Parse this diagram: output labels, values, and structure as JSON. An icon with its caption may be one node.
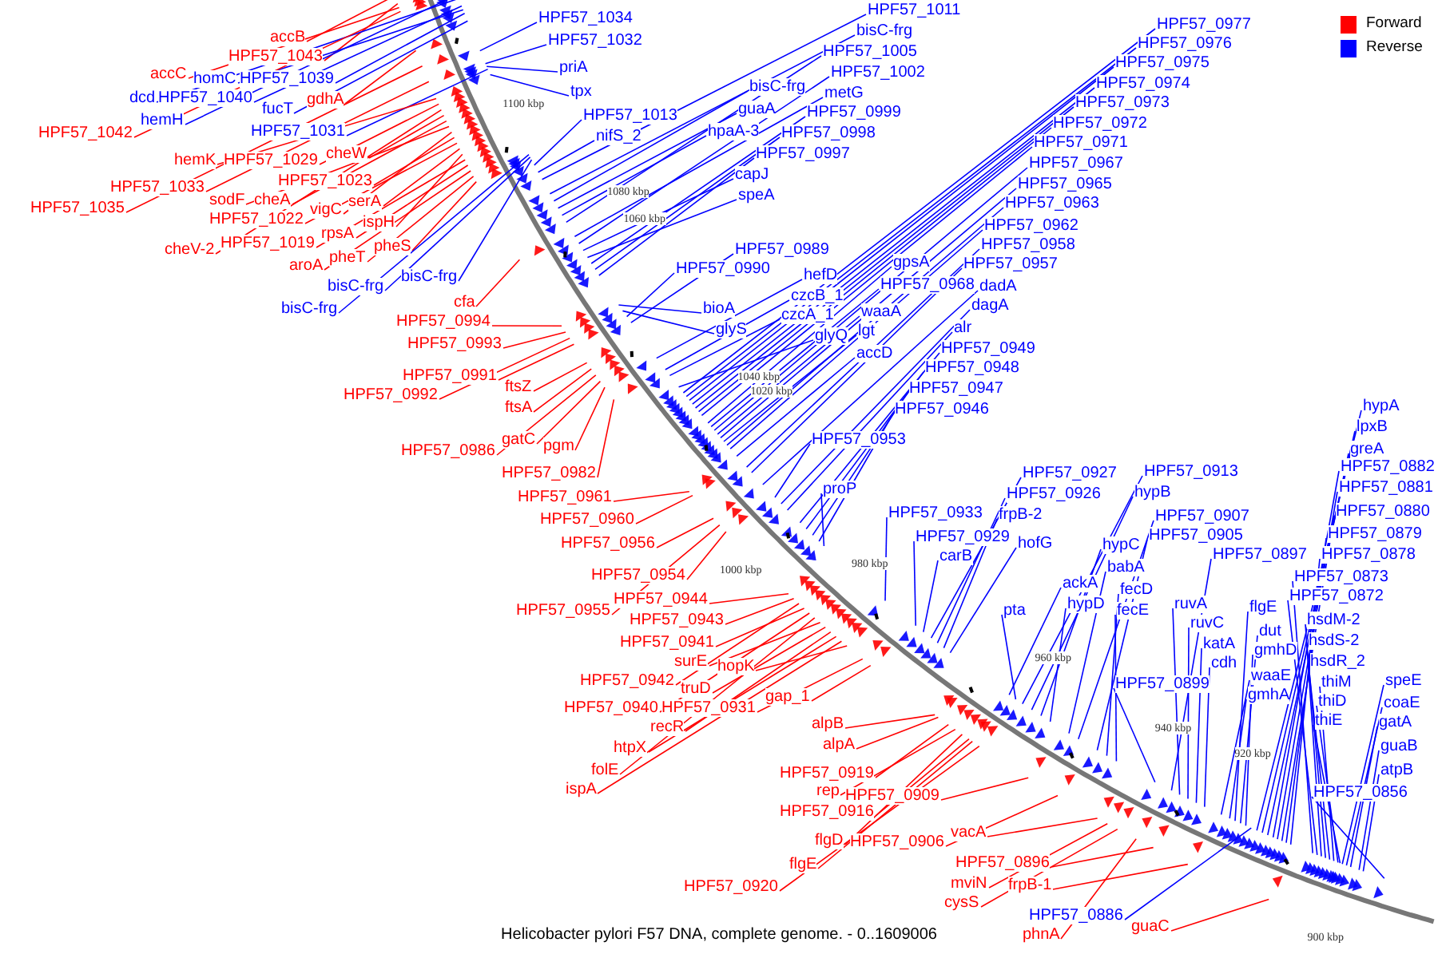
{
  "diagram": {
    "caption": "Helicobacter pylori F57 DNA, complete genome. - 0..1609006",
    "nodes": [
      {
        "text": [
          "HPF57_1011"
        ]
      },
      {
        "text": [
          "HPF57_1034"
        ]
      },
      {
        "text": [
          "HPF57_0977"
        ]
      },
      {
        "text": [
          "bisC-frg"
        ]
      },
      {
        "text": [
          "accB"
        ]
      },
      {
        "text": [
          "HPF57_1032"
        ]
      },
      {
        "text": [
          "HPF57_0976"
        ]
      },
      {
        "text": [
          "HPF57_1005"
        ]
      },
      {
        "text": [
          "HPF57_1043"
        ]
      },
      {
        "text": [
          "HPF57_0975"
        ]
      },
      {
        "text": [
          "priA"
        ]
      },
      {
        "text": [
          "HPF57_1002"
        ]
      },
      {
        "text": [
          "accC"
        ]
      },
      {
        "text": [
          "homC"
        ]
      },
      {
        "text": [
          "HPF57_1039"
        ]
      },
      {
        "text": [
          "HPF57_0974"
        ]
      },
      {
        "text": [
          "bisC-frg"
        ]
      },
      {
        "text": [
          "tpx"
        ]
      },
      {
        "text": [
          "metG"
        ]
      },
      {
        "text": [
          "dcd"
        ]
      },
      {
        "text": [
          "HPF57_1040"
        ]
      },
      {
        "text": [
          "gdhA"
        ]
      },
      {
        "text": [
          "HPF57_0973"
        ]
      },
      {
        "text": [
          "fucT"
        ]
      },
      {
        "text": [
          "guaA"
        ]
      },
      {
        "text": [
          "HPF57_0999"
        ]
      },
      {
        "text": [
          "HPF57_1013"
        ]
      },
      {
        "text": [
          "hemH"
        ]
      },
      {
        "text": [
          "HPF57_0972"
        ]
      },
      {
        "text": [
          "hpaA-3"
        ]
      },
      {
        "text": [
          "HPF57_1031"
        ]
      },
      {
        "text": [
          "HPF57_1042"
        ]
      },
      {
        "text": [
          "HPF57_0998"
        ]
      },
      {
        "text": [
          "nifS_2"
        ]
      },
      {
        "text": [
          "HPF57_0971"
        ]
      },
      {
        "text": [
          "HPF57_0997"
        ]
      },
      {
        "text": [
          "cheW"
        ]
      },
      {
        "text": [
          "hemK"
        ]
      },
      {
        "text": [
          "HPF57_1029"
        ]
      },
      {
        "text": [
          "HPF57_0967"
        ]
      },
      {
        "text": [
          "capJ"
        ]
      },
      {
        "text": [
          "HPF57_1023"
        ]
      },
      {
        "text": [
          "HPF57_0965"
        ]
      },
      {
        "text": [
          "HPF57_1033"
        ]
      },
      {
        "text": [
          "speA"
        ]
      },
      {
        "text": [
          "sodF"
        ]
      },
      {
        "text": [
          "cheA"
        ]
      },
      {
        "text": [
          "serA"
        ]
      },
      {
        "text": [
          "HPF57_0963"
        ]
      },
      {
        "text": [
          "HPF57_1035"
        ]
      },
      {
        "text": [
          "vigC"
        ]
      },
      {
        "text": [
          "HPF57_1022"
        ]
      },
      {
        "text": [
          "ispH"
        ]
      },
      {
        "text": [
          "HPF57_0962"
        ]
      },
      {
        "text": [
          "rpsA"
        ]
      },
      {
        "text": [
          "HPF57_1019"
        ]
      },
      {
        "text": [
          "HPF57_0958"
        ]
      },
      {
        "text": [
          "pheS"
        ]
      },
      {
        "text": [
          "cheV-2"
        ]
      },
      {
        "text": [
          "HPF57_0989"
        ]
      },
      {
        "text": [
          "pheT"
        ]
      },
      {
        "text": [
          "gpsA"
        ]
      },
      {
        "text": [
          "HPF57_0957"
        ]
      },
      {
        "text": [
          "aroA"
        ]
      },
      {
        "text": [
          "HPF57_0990"
        ]
      },
      {
        "text": [
          "hefD"
        ]
      },
      {
        "text": [
          "bisC-frg"
        ]
      },
      {
        "text": [
          "HPF57_0968"
        ]
      },
      {
        "text": [
          "dadA"
        ]
      },
      {
        "text": [
          "bisC-frg"
        ]
      },
      {
        "text": [
          "czcB_1"
        ]
      },
      {
        "text": [
          "cfa"
        ]
      },
      {
        "text": [
          "dagA"
        ]
      },
      {
        "text": [
          "bisC-frg"
        ]
      },
      {
        "text": [
          "bioA"
        ]
      },
      {
        "text": [
          "waaA"
        ]
      },
      {
        "text": [
          "czcA_1"
        ]
      },
      {
        "text": [
          "HPF57_0994"
        ]
      },
      {
        "text": [
          "alr"
        ]
      },
      {
        "text": [
          "glyS"
        ]
      },
      {
        "text": [
          "lgt"
        ]
      },
      {
        "text": [
          "glyQ"
        ]
      },
      {
        "text": [
          "HPF57_0993"
        ]
      },
      {
        "text": [
          "HPF57_0949"
        ]
      },
      {
        "text": [
          "accD"
        ]
      },
      {
        "text": [
          "HPF57_0948"
        ]
      },
      {
        "text": [
          "HPF57_0991"
        ]
      },
      {
        "text": [
          "ftsZ"
        ]
      },
      {
        "text": [
          "HPF57_0947"
        ]
      },
      {
        "text": [
          "HPF57_0992"
        ]
      },
      {
        "text": [
          "hypA"
        ]
      },
      {
        "text": [
          "ftsA"
        ]
      },
      {
        "text": [
          "HPF57_0946"
        ]
      },
      {
        "text": [
          "lpxB"
        ]
      },
      {
        "text": [
          "gatC"
        ]
      },
      {
        "text": [
          "HPF57_0953"
        ]
      },
      {
        "text": [
          "pgm"
        ]
      },
      {
        "text": [
          "greA"
        ]
      },
      {
        "text": [
          "HPF57_0986"
        ]
      },
      {
        "text": [
          "HPF57_0882"
        ]
      },
      {
        "text": [
          "HPF57_0913"
        ]
      },
      {
        "text": [
          "HPF57_0927"
        ]
      },
      {
        "text": [
          "HPF57_0982"
        ]
      },
      {
        "text": [
          "HPF57_0881"
        ]
      },
      {
        "text": [
          "proP"
        ]
      },
      {
        "text": [
          "hypB"
        ]
      },
      {
        "text": [
          "HPF57_0926"
        ]
      },
      {
        "text": [
          "HPF57_0961"
        ]
      },
      {
        "text": [
          "HPF57_0880"
        ]
      },
      {
        "text": [
          "HPF57_0933"
        ]
      },
      {
        "text": [
          "frpB-2"
        ]
      },
      {
        "text": [
          "HPF57_0907"
        ]
      },
      {
        "text": [
          "HPF57_0960"
        ]
      },
      {
        "text": [
          "HPF57_0879"
        ]
      },
      {
        "text": [
          "HPF57_0905"
        ]
      },
      {
        "text": [
          "HPF57_0929"
        ]
      },
      {
        "text": [
          "hofG"
        ]
      },
      {
        "text": [
          "HPF57_0956"
        ]
      },
      {
        "text": [
          "hypC"
        ]
      },
      {
        "text": [
          "HPF57_0897"
        ]
      },
      {
        "text": [
          "HPF57_0878"
        ]
      },
      {
        "text": [
          "carB"
        ]
      },
      {
        "text": [
          "babA"
        ]
      },
      {
        "text": [
          "HPF57_0954"
        ]
      },
      {
        "text": [
          "HPF57_0873"
        ]
      },
      {
        "text": [
          "ackA"
        ]
      },
      {
        "text": [
          "fecD"
        ]
      },
      {
        "text": [
          "HPF57_0872"
        ]
      },
      {
        "text": [
          "HPF57_0944"
        ]
      },
      {
        "text": [
          "hypD"
        ]
      },
      {
        "text": [
          "ruvA"
        ]
      },
      {
        "text": [
          "flgE"
        ]
      },
      {
        "text": [
          "HPF57_0955"
        ]
      },
      {
        "text": [
          "fecE"
        ]
      },
      {
        "text": [
          "pta"
        ]
      },
      {
        "text": [
          "HPF57_0943"
        ]
      },
      {
        "text": [
          "hsdM-2"
        ]
      },
      {
        "text": [
          "ruvC"
        ]
      },
      {
        "text": [
          "dut"
        ]
      },
      {
        "text": [
          "hsdS-2"
        ]
      },
      {
        "text": [
          "HPF57_0941"
        ]
      },
      {
        "text": [
          "katA"
        ]
      },
      {
        "text": [
          "gmhD"
        ]
      },
      {
        "text": [
          "surE"
        ]
      },
      {
        "text": [
          "hsdR_2"
        ]
      },
      {
        "text": [
          "cdh"
        ]
      },
      {
        "text": [
          "hopK"
        ]
      },
      {
        "text": [
          "speE"
        ]
      },
      {
        "text": [
          "HPF57_0942"
        ]
      },
      {
        "text": [
          "thiM"
        ]
      },
      {
        "text": [
          "HPF57_0899"
        ]
      },
      {
        "text": [
          "truD"
        ]
      },
      {
        "text": [
          "waaE"
        ]
      },
      {
        "text": [
          "gmhA"
        ]
      },
      {
        "text": [
          "gap_1"
        ]
      },
      {
        "text": [
          "thiD"
        ]
      },
      {
        "text": [
          "coaE"
        ]
      },
      {
        "text": [
          "HPF57_0940"
        ]
      },
      {
        "text": [
          "HPF57_0931"
        ]
      },
      {
        "text": [
          "thiE"
        ]
      },
      {
        "text": [
          "gatA"
        ]
      },
      {
        "text": [
          "alpB"
        ]
      },
      {
        "text": [
          "recR"
        ]
      },
      {
        "text": [
          "alpA"
        ]
      },
      {
        "text": [
          "guaB"
        ]
      },
      {
        "text": [
          "htpX"
        ]
      },
      {
        "text": [
          "folE"
        ]
      },
      {
        "text": [
          "atpB"
        ]
      },
      {
        "text": [
          "HPF57_0919"
        ]
      },
      {
        "text": [
          "ispA"
        ]
      },
      {
        "text": [
          "rep"
        ]
      },
      {
        "text": [
          "HPF57_0856"
        ]
      },
      {
        "text": [
          "HPF57_0909"
        ]
      },
      {
        "text": [
          "HPF57_0916"
        ]
      },
      {
        "text": [
          "vacA"
        ]
      },
      {
        "text": [
          "flgD"
        ]
      },
      {
        "text": [
          "HPF57_0906"
        ]
      },
      {
        "text": [
          "HPF57_0896"
        ]
      },
      {
        "text": [
          "flgE"
        ]
      },
      {
        "text": [
          "mviN"
        ]
      },
      {
        "text": [
          "frpB-1"
        ]
      },
      {
        "text": [
          "HPF57_0920"
        ]
      },
      {
        "text": [
          "cysS"
        ]
      },
      {
        "text": [
          "HPF57_0886"
        ]
      },
      {
        "text": [
          "guaC"
        ]
      },
      {
        "text": [
          "phnA"
        ]
      }
    ],
    "edges": [
      {
        "from": 0,
        "to": null,
        "arrow": "none"
      },
      {
        "from": 1,
        "to": null,
        "arrow": "none"
      },
      {
        "from": 2,
        "to": null,
        "arrow": "none"
      },
      {
        "from": 3,
        "to": null,
        "arrow": "none"
      },
      {
        "from": 4,
        "to": null,
        "arrow": "none",
        "color": "#ff0000"
      },
      {
        "from": 5,
        "to": null,
        "arrow": "none"
      },
      {
        "from": 6,
        "to": null,
        "arrow": "none"
      },
      {
        "from": 7,
        "to": null,
        "arrow": "none"
      },
      {
        "from": 8,
        "to": null,
        "arrow": "none",
        "color": "#ff0000"
      },
      {
        "from": 9,
        "to": null,
        "arrow": "none"
      },
      {
        "from": 10,
        "to": null,
        "arrow": "none"
      },
      {
        "from": 11,
        "to": null,
        "arrow": "none"
      },
      {
        "from": 12,
        "to": null,
        "arrow": "none",
        "color": "#ff0000"
      },
      {
        "from": 13,
        "to": null,
        "arrow": "none"
      },
      {
        "from": 14,
        "to": null,
        "arrow": "none"
      },
      {
        "from": 15,
        "to": null,
        "arrow": "none"
      },
      {
        "from": 16,
        "to": null,
        "arrow": "none"
      },
      {
        "from": 17,
        "to": null,
        "arrow": "none"
      },
      {
        "from": 18,
        "to": null,
        "arrow": "none"
      },
      {
        "from": 19,
        "to": null,
        "arrow": "none"
      },
      {
        "from": 20,
        "to": null,
        "arrow": "none"
      },
      {
        "from": 21,
        "to": null,
        "arrow": "none",
        "color": "#ff0000"
      },
      {
        "from": 22,
        "to": null,
        "arrow": "none"
      },
      {
        "from": 23,
        "to": null,
        "arrow": "none"
      },
      {
        "from": 24,
        "to": null,
        "arrow": "none"
      },
      {
        "from": 25,
        "to": null,
        "arrow": "none"
      },
      {
        "from": 26,
        "to": null,
        "arrow": "none"
      },
      {
        "from": 27,
        "to": null,
        "arrow": "none"
      },
      {
        "from": 28,
        "to": null,
        "arrow": "none"
      },
      {
        "from": 29,
        "to": null,
        "arrow": "none"
      },
      {
        "from": 30,
        "to": null,
        "arrow": "none"
      },
      {
        "from": 31,
        "to": null,
        "arrow": "none",
        "color": "#ff0000"
      },
      {
        "from": 32,
        "to": null,
        "arrow": "none"
      },
      {
        "from": 33,
        "to": null,
        "arrow": "none"
      },
      {
        "from": 34,
        "to": null,
        "arrow": "none"
      },
      {
        "from": 35,
        "to": null,
        "arrow": "none"
      },
      {
        "from": 36,
        "to": null,
        "arrow": "none",
        "color": "#ff0000"
      },
      {
        "from": 37,
        "to": null,
        "arrow": "none",
        "color": "#ff0000"
      },
      {
        "from": 38,
        "to": null,
        "arrow": "none",
        "color": "#ff0000"
      },
      {
        "from": 39,
        "to": null,
        "arrow": "none"
      },
      {
        "from": 40,
        "to": null,
        "arrow": "none"
      },
      {
        "from": 41,
        "to": null,
        "arrow": "none",
        "color": "#ff0000"
      },
      {
        "from": 42,
        "to": null,
        "arrow": "none"
      },
      {
        "from": 43,
        "to": null,
        "arrow": "none",
        "color": "#ff0000"
      },
      {
        "from": 44,
        "to": null,
        "arrow": "none"
      },
      {
        "from": 45,
        "to": null,
        "arrow": "none",
        "color": "#ff0000"
      },
      {
        "from": 46,
        "to": null,
        "arrow": "none",
        "color": "#ff0000"
      },
      {
        "from": 47,
        "to": null,
        "arrow": "none",
        "color": "#ff0000"
      },
      {
        "from": 48,
        "to": null,
        "arrow": "none"
      },
      {
        "from": 49,
        "to": null,
        "arrow": "none",
        "color": "#ff0000"
      },
      {
        "from": 50,
        "to": null,
        "arrow": "none",
        "color": "#ff0000"
      },
      {
        "from": 51,
        "to": null,
        "arrow": "none",
        "color": "#ff0000"
      },
      {
        "from": 52,
        "to": null,
        "arrow": "none",
        "color": "#ff0000"
      },
      {
        "from": 53,
        "to": null,
        "arrow": "none"
      },
      {
        "from": 54,
        "to": null,
        "arrow": "none",
        "color": "#ff0000"
      },
      {
        "from": 55,
        "to": null,
        "arrow": "none",
        "color": "#ff0000"
      },
      {
        "from": 56,
        "to": null,
        "arrow": "none"
      },
      {
        "from": 57,
        "to": null,
        "arrow": "none",
        "color": "#ff0000"
      },
      {
        "from": 58,
        "to": null,
        "arrow": "none",
        "color": "#ff0000"
      },
      {
        "from": 59,
        "to": null,
        "arrow": "none"
      },
      {
        "from": 60,
        "to": null,
        "arrow": "none",
        "color": "#ff0000"
      },
      {
        "from": 61,
        "to": null,
        "arrow": "none"
      },
      {
        "from": 62,
        "to": null,
        "arrow": "none"
      },
      {
        "from": 63,
        "to": null,
        "arrow": "none",
        "color": "#ff0000"
      },
      {
        "from": 64,
        "to": null,
        "arrow": "none"
      },
      {
        "from": 65,
        "to": null,
        "arrow": "none"
      },
      {
        "from": 66,
        "to": null,
        "arrow": "none"
      },
      {
        "from": 67,
        "to": null,
        "arrow": "none"
      },
      {
        "from": 68,
        "to": null,
        "arrow": "none"
      },
      {
        "from": 69,
        "to": null,
        "arrow": "none"
      },
      {
        "from": 70,
        "to": null,
        "arrow": "none"
      },
      {
        "from": 71,
        "to": null,
        "arrow": "none",
        "color": "#ff0000"
      },
      {
        "from": 72,
        "to": null,
        "arrow": "none"
      },
      {
        "from": 73,
        "to": null,
        "arrow": "none"
      },
      {
        "from": 74,
        "to": null,
        "arrow": "none"
      },
      {
        "from": 75,
        "to": null,
        "arrow": "none"
      },
      {
        "from": 76,
        "to": null,
        "arrow": "none"
      },
      {
        "from": 77,
        "to": null,
        "arrow": "none",
        "color": "#ff0000"
      },
      {
        "from": 78,
        "to": null,
        "arrow": "none"
      },
      {
        "from": 79,
        "to": null,
        "arrow": "none"
      },
      {
        "from": 80,
        "to": null,
        "arrow": "none"
      },
      {
        "from": 81,
        "to": null,
        "arrow": "none"
      },
      {
        "from": 82,
        "to": null,
        "arrow": "none",
        "color": "#ff0000"
      },
      {
        "from": 83,
        "to": null,
        "arrow": "none"
      },
      {
        "from": 84,
        "to": null,
        "arrow": "none"
      },
      {
        "from": 85,
        "to": null,
        "arrow": "none"
      },
      {
        "from": 86,
        "to": null,
        "arrow": "none",
        "color": "#ff0000"
      },
      {
        "from": 87,
        "to": null,
        "arrow": "none",
        "color": "#ff0000"
      },
      {
        "from": 88,
        "to": null,
        "arrow": "none"
      },
      {
        "from": 89,
        "to": null,
        "arrow": "none",
        "color": "#ff0000"
      },
      {
        "from": 90,
        "to": null,
        "arrow": "none"
      },
      {
        "from": 91,
        "to": null,
        "arrow": "none",
        "color": "#ff0000"
      },
      {
        "from": 92,
        "to": null,
        "arrow": "none"
      },
      {
        "from": 93,
        "to": null,
        "arrow": "none"
      },
      {
        "from": 94,
        "to": null,
        "arrow": "none",
        "color": "#ff0000"
      },
      {
        "from": 95,
        "to": null,
        "arrow": "none"
      },
      {
        "from": 96,
        "to": null,
        "arrow": "none",
        "color": "#ff0000"
      },
      {
        "from": 97,
        "to": null,
        "arrow": "none"
      },
      {
        "from": 98,
        "to": null,
        "arrow": "none",
        "color": "#ff0000"
      },
      {
        "from": 99,
        "to": null,
        "arrow": "none"
      },
      {
        "from": 100,
        "to": null,
        "arrow": "none"
      },
      {
        "from": 101,
        "to": null,
        "arrow": "none"
      },
      {
        "from": 102,
        "to": null,
        "arrow": "none",
        "color": "#ff0000"
      },
      {
        "from": 103,
        "to": null,
        "arrow": "none"
      },
      {
        "from": 104,
        "to": null,
        "arrow": "none"
      },
      {
        "from": 105,
        "to": null,
        "arrow": "none"
      },
      {
        "from": 106,
        "to": null,
        "arrow": "none"
      },
      {
        "from": 107,
        "to": null,
        "arrow": "none",
        "color": "#ff0000"
      },
      {
        "from": 108,
        "to": null,
        "arrow": "none"
      },
      {
        "from": 109,
        "to": null,
        "arrow": "none"
      },
      {
        "from": 110,
        "to": null,
        "arrow": "none"
      },
      {
        "from": 111,
        "to": null,
        "arrow": "none"
      },
      {
        "from": 112,
        "to": null,
        "arrow": "none",
        "color": "#ff0000"
      },
      {
        "from": 113,
        "to": null,
        "arrow": "none"
      },
      {
        "from": 114,
        "to": null,
        "arrow": "none"
      },
      {
        "from": 115,
        "to": null,
        "arrow": "none"
      },
      {
        "from": 116,
        "to": null,
        "arrow": "none"
      },
      {
        "from": 117,
        "to": null,
        "arrow": "none",
        "color": "#ff0000"
      },
      {
        "from": 118,
        "to": null,
        "arrow": "none"
      },
      {
        "from": 119,
        "to": null,
        "arrow": "none"
      },
      {
        "from": 120,
        "to": null,
        "arrow": "none"
      },
      {
        "from": 121,
        "to": null,
        "arrow": "none"
      },
      {
        "from": 122,
        "to": null,
        "arrow": "none"
      },
      {
        "from": 123,
        "to": null,
        "arrow": "none",
        "color": "#ff0000"
      },
      {
        "from": 124,
        "to": null,
        "arrow": "none"
      },
      {
        "from": 125,
        "to": null,
        "arrow": "none"
      },
      {
        "from": 126,
        "to": null,
        "arrow": "none"
      },
      {
        "from": 127,
        "to": null,
        "arrow": "none"
      },
      {
        "from": 128,
        "to": null,
        "arrow": "none",
        "color": "#ff0000"
      },
      {
        "from": 129,
        "to": null,
        "arrow": "none"
      },
      {
        "from": 130,
        "to": null,
        "arrow": "none"
      },
      {
        "from": 131,
        "to": null,
        "arrow": "none"
      },
      {
        "from": 132,
        "to": null,
        "arrow": "none",
        "color": "#ff0000"
      },
      {
        "from": 133,
        "to": null,
        "arrow": "none"
      },
      {
        "from": 134,
        "to": null,
        "arrow": "none"
      },
      {
        "from": 135,
        "to": null,
        "arrow": "none",
        "color": "#ff0000"
      },
      {
        "from": 136,
        "to": null,
        "arrow": "none"
      },
      {
        "from": 137,
        "to": null,
        "arrow": "none"
      },
      {
        "from": 138,
        "to": null,
        "arrow": "none"
      },
      {
        "from": 139,
        "to": null,
        "arrow": "none"
      },
      {
        "from": 140,
        "to": null,
        "arrow": "none",
        "color": "#ff0000"
      },
      {
        "from": 141,
        "to": null,
        "arrow": "none"
      },
      {
        "from": 142,
        "to": null,
        "arrow": "none"
      },
      {
        "from": 143,
        "to": null,
        "arrow": "none",
        "color": "#ff0000"
      },
      {
        "from": 144,
        "to": null,
        "arrow": "none"
      },
      {
        "from": 145,
        "to": null,
        "arrow": "none"
      },
      {
        "from": 146,
        "to": null,
        "arrow": "none",
        "color": "#ff0000"
      },
      {
        "from": 147,
        "to": null,
        "arrow": "none"
      },
      {
        "from": 148,
        "to": null,
        "arrow": "none",
        "color": "#ff0000"
      },
      {
        "from": 149,
        "to": null,
        "arrow": "none"
      },
      {
        "from": 150,
        "to": null,
        "arrow": "none"
      },
      {
        "from": 151,
        "to": null,
        "arrow": "none",
        "color": "#ff0000"
      },
      {
        "from": 152,
        "to": null,
        "arrow": "none"
      },
      {
        "from": 153,
        "to": null,
        "arrow": "none"
      },
      {
        "from": 154,
        "to": null,
        "arrow": "none",
        "color": "#ff0000"
      },
      {
        "from": 155,
        "to": null,
        "arrow": "none"
      },
      {
        "from": 156,
        "to": null,
        "arrow": "none"
      },
      {
        "from": 157,
        "to": null,
        "arrow": "none",
        "color": "#ff0000"
      },
      {
        "from": 158,
        "to": null,
        "arrow": "none",
        "color": "#ff0000"
      },
      {
        "from": 159,
        "to": null,
        "arrow": "none"
      },
      {
        "from": 160,
        "to": null,
        "arrow": "none"
      },
      {
        "from": 161,
        "to": null,
        "arrow": "none",
        "color": "#ff0000"
      },
      {
        "from": 162,
        "to": null,
        "arrow": "none",
        "color": "#ff0000"
      },
      {
        "from": 163,
        "to": null,
        "arrow": "none",
        "color": "#ff0000"
      },
      {
        "from": 164,
        "to": null,
        "arrow": "none"
      },
      {
        "from": 165,
        "to": null,
        "arrow": "none",
        "color": "#ff0000"
      },
      {
        "from": 166,
        "to": null,
        "arrow": "none",
        "color": "#ff0000"
      },
      {
        "from": 167,
        "to": null,
        "arrow": "none"
      },
      {
        "from": 168,
        "to": null,
        "arrow": "none",
        "color": "#ff0000"
      },
      {
        "from": 169,
        "to": null,
        "arrow": "none",
        "color": "#ff0000"
      },
      {
        "from": 170,
        "to": null,
        "arrow": "none",
        "color": "#ff0000"
      },
      {
        "from": 171,
        "to": null,
        "arrow": "none"
      },
      {
        "from": 172,
        "to": null,
        "arrow": "none",
        "color": "#ff0000"
      },
      {
        "from": 173,
        "to": null,
        "arrow": "none",
        "color": "#ff0000"
      },
      {
        "from": 174,
        "to": null,
        "arrow": "none",
        "color": "#ff0000"
      },
      {
        "from": 175,
        "to": null,
        "arrow": "none",
        "color": "#ff0000"
      },
      {
        "from": 176,
        "to": null,
        "arrow": "none",
        "color": "#ff0000"
      },
      {
        "from": 177,
        "to": null,
        "arrow": "none",
        "color": "#ff0000"
      },
      {
        "from": 178,
        "to": null,
        "arrow": "none",
        "color": "#ff0000"
      },
      {
        "from": 179,
        "to": null,
        "arrow": "none",
        "color": "#ff0000"
      },
      {
        "from": 180,
        "to": null,
        "arrow": "none",
        "color": "#ff0000"
      },
      {
        "from": 181,
        "to": null,
        "arrow": "none",
        "color": "#ff0000"
      },
      {
        "from": 182,
        "to": null,
        "arrow": "none",
        "color": "#ff0000"
      },
      {
        "from": 183,
        "to": null,
        "arrow": "none"
      },
      {
        "from": 184,
        "to": null,
        "arrow": "none",
        "color": "#ff0000"
      },
      {
        "from": 185,
        "to": null,
        "arrow": "none",
        "color": "#ff0000"
      }
    ],
    "labels": [
      "1100 kbp",
      "1080 kbp",
      "1060 kbp",
      "1040 kbp",
      "1020 kbp",
      "1000 kbp",
      "980 kbp",
      "960 kbp",
      "940 kbp",
      "920 kbp",
      "900 kbp"
    ],
    "legend": [
      {
        "text": "Forward",
        "color": "#ff0000"
      },
      {
        "text": "Reverse",
        "color": "#0000ff"
      }
    ]
  }
}
